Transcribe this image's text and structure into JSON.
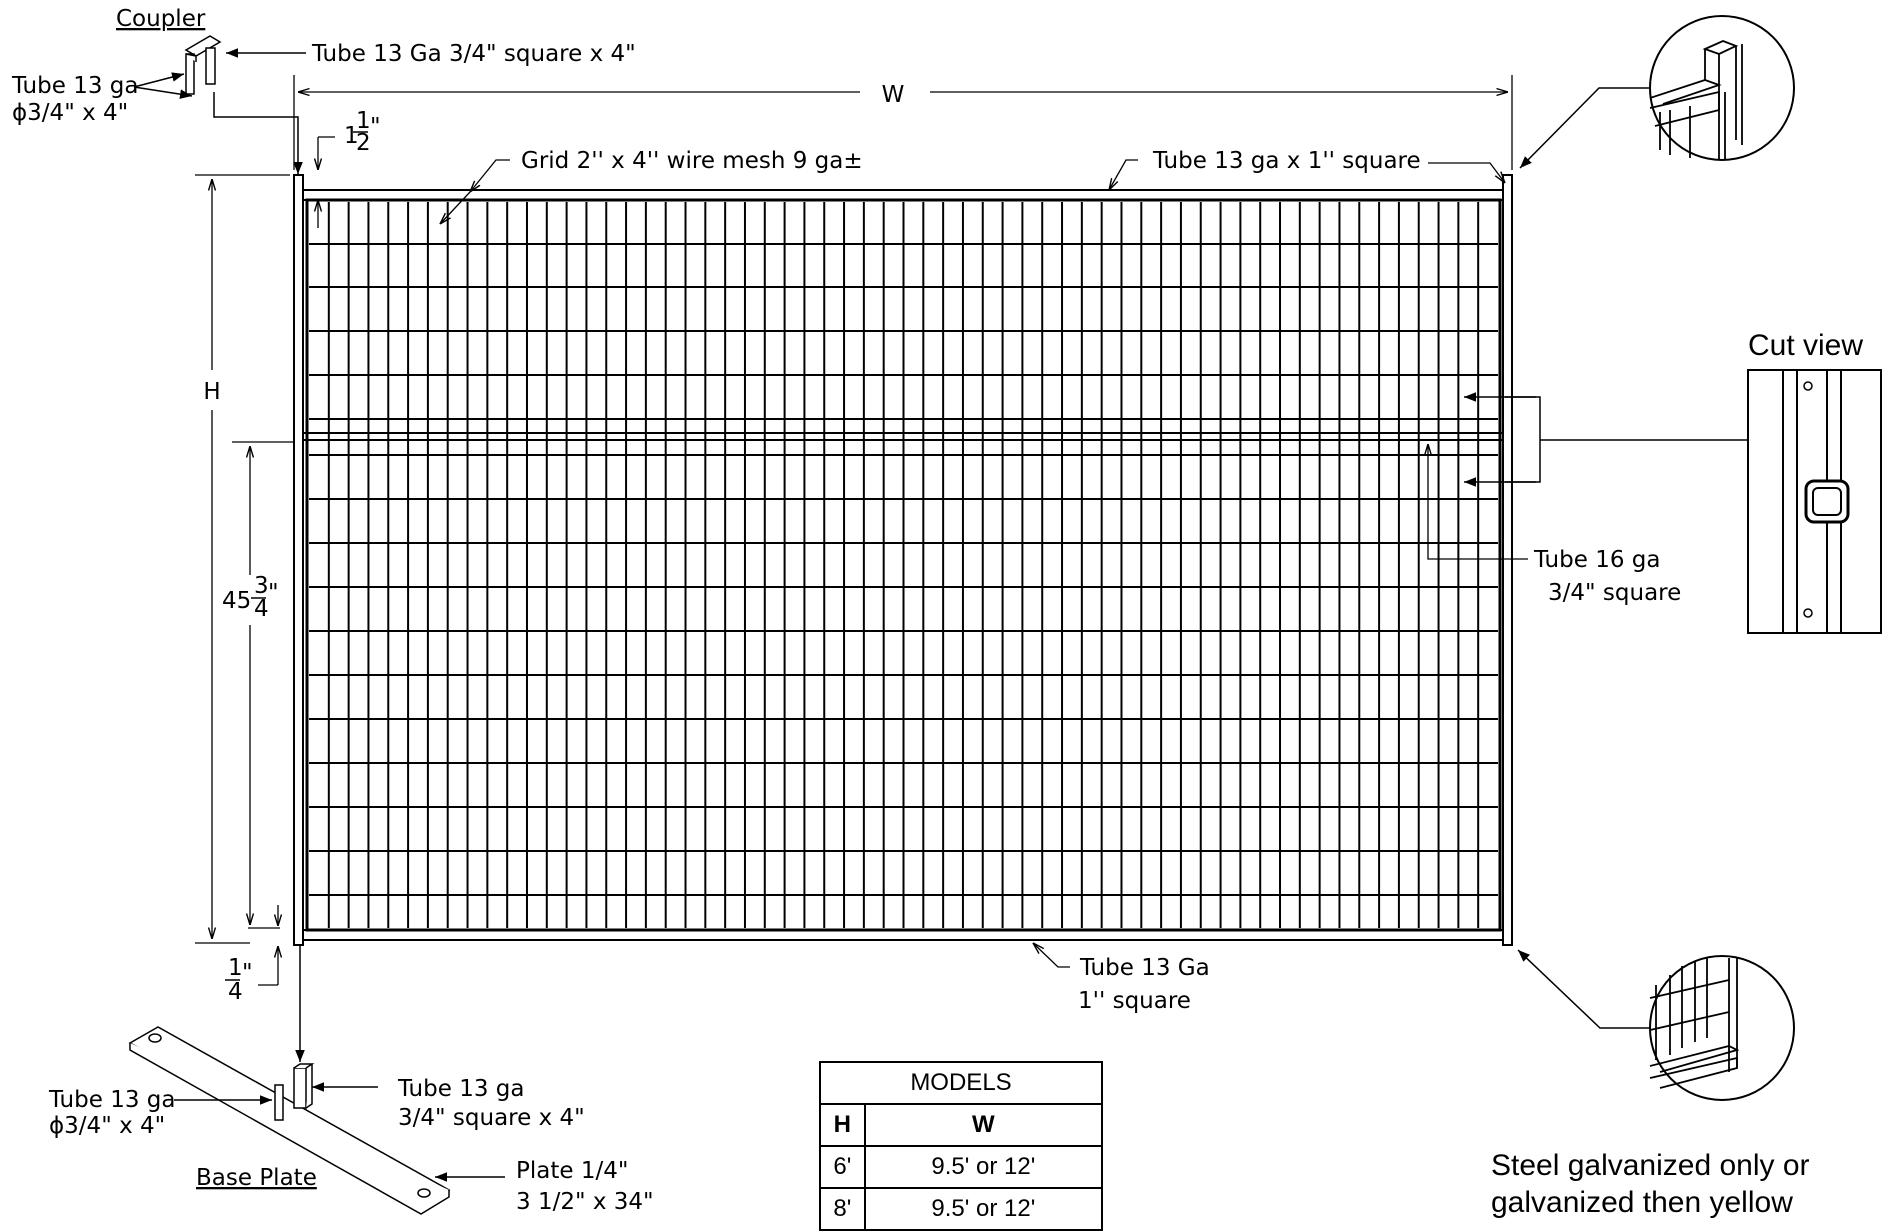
{
  "labels": {
    "coupler": "Coupler",
    "coupler_tube_square": "Tube 13 Ga 3/4\" square x 4\"",
    "coupler_tube_round_1": "Tube 13 ga",
    "coupler_tube_round_2": "ϕ3/4\" x 4\"",
    "width_dim": "W",
    "height_dim": "H",
    "top_offset_whole": "1",
    "top_offset_num": "1",
    "top_offset_den": "2",
    "top_offset_unit": "\"",
    "mid_height_whole": "45",
    "mid_height_num": "3",
    "mid_height_den": "4",
    "mid_height_unit": "\"",
    "bottom_offset_num": "1",
    "bottom_offset_den": "4",
    "bottom_offset_unit": "\"",
    "grid": "Grid 2'' x 4'' wire mesh 9 ga±",
    "top_tube": "Tube 13 ga x 1'' square",
    "mid_tube_1": "Tube 16 ga",
    "mid_tube_2": "3/4\" square",
    "bottom_tube_1": "Tube 13 Ga",
    "bottom_tube_2": "1'' square",
    "base_tube_round_1": "Tube 13 ga",
    "base_tube_round_2": "ϕ3/4\" x 4\"",
    "base_tube_square_1": "Tube 13 ga",
    "base_tube_square_2": "3/4\" square x 4\"",
    "base_plate": "Base Plate",
    "plate_1": "Plate 1/4\"",
    "plate_2": "3 1/2\" x 34\"",
    "cut_view": "Cut view",
    "finish_1": "Steel galvanized only or",
    "finish_2": "galvanized then yellow"
  },
  "models": {
    "title": "MODELS",
    "headers": [
      "H",
      "W"
    ],
    "rows": [
      {
        "h": "6'",
        "w": "9.5' or 12'"
      },
      {
        "h": "8'",
        "w": "9.5' or 12'"
      }
    ]
  }
}
